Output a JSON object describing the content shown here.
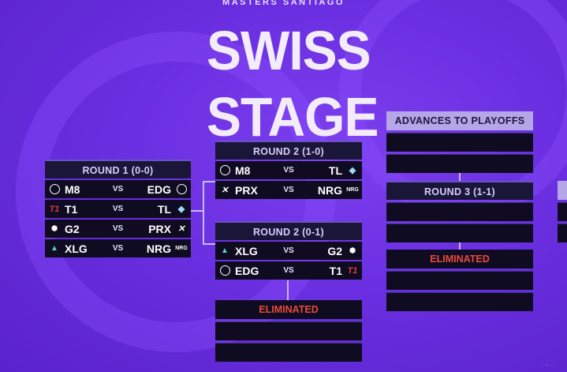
{
  "header": {
    "event": "MASTERS SANTIAGO",
    "title": "SWISS STAGE"
  },
  "round1": {
    "label": "ROUND 1 (0-0)",
    "matches": [
      {
        "t1": "M8",
        "t2": "EDG",
        "vs": "VS"
      },
      {
        "t1": "T1",
        "t2": "TL",
        "vs": "VS"
      },
      {
        "t1": "G2",
        "t2": "PRX",
        "vs": "VS"
      },
      {
        "t1": "XLG",
        "t2": "NRG",
        "vs": "VS"
      }
    ]
  },
  "round2_win": {
    "label": "ROUND 2 (1-0)",
    "matches": [
      {
        "t1": "M8",
        "t2": "TL",
        "vs": "VS"
      },
      {
        "t1": "PRX",
        "t2": "NRG",
        "vs": "VS"
      }
    ]
  },
  "round2_loss": {
    "label": "ROUND 2 (0-1)",
    "matches": [
      {
        "t1": "XLG",
        "t2": "G2",
        "vs": "VS"
      },
      {
        "t1": "EDG",
        "t2": "T1",
        "vs": "VS"
      }
    ]
  },
  "advances": {
    "label": "ADVANCES TO PLAYOFFS"
  },
  "round3": {
    "label": "ROUND 3 (1-1)"
  },
  "eliminated_mid": {
    "label": "ELIMINATED"
  },
  "eliminated_bottom": {
    "label": "ELIMINATED"
  },
  "icons": [
    "m8-logo-icon",
    "edg-logo-icon",
    "t1-logo-icon",
    "tl-logo-icon",
    "g2-logo-icon",
    "prx-logo-icon",
    "xlg-logo-icon",
    "nrg-logo-icon"
  ],
  "colors": {
    "background": "#6a2fe0",
    "panel": "#0f0c22",
    "header_light": "#b5a6e8",
    "eliminated": "#e94a3b",
    "title": "#f3ecff"
  }
}
